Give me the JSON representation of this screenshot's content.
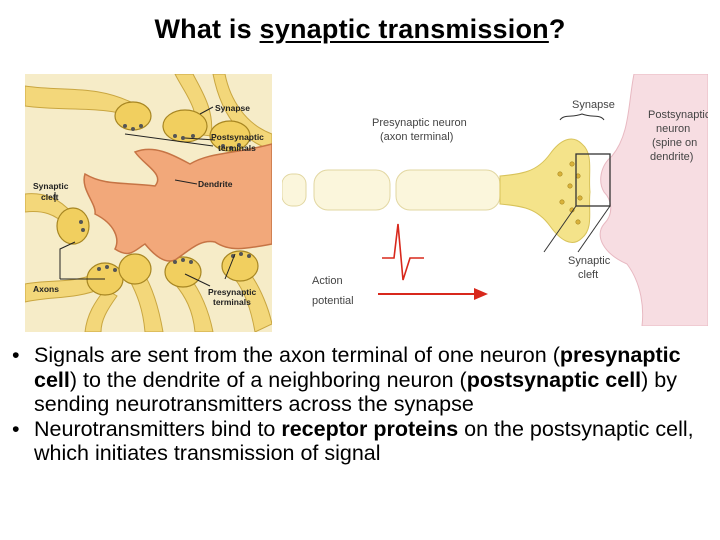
{
  "title": {
    "prefix": "What is ",
    "underlined": "synaptic transmission",
    "suffix": "?"
  },
  "figure_left": {
    "labels": {
      "synapse": "Synapse",
      "postsynaptic_terminals_1": "Postsynaptic",
      "postsynaptic_terminals_2": "terminals",
      "dendrite": "Dendrite",
      "synaptic_cleft_1": "Synaptic",
      "synaptic_cleft_2": "cleft",
      "axons": "Axons",
      "presynaptic_terminals_1": "Presynaptic",
      "presynaptic_terminals_2": "terminals"
    }
  },
  "figure_right": {
    "labels": {
      "synapse": "Synapse",
      "presynaptic_1": "Presynaptic neuron",
      "presynaptic_2": "(axon terminal)",
      "postsynaptic_1": "Postsynaptic",
      "postsynaptic_2": "neuron",
      "postsynaptic_3": "(spine on",
      "postsynaptic_4": "dendrite)",
      "action_1": "Action",
      "action_2": "potential",
      "cleft_1": "Synaptic",
      "cleft_2": "cleft"
    }
  },
  "bullets": [
    {
      "marker": "•",
      "t1": "Signals are sent from the axon terminal of one neuron (",
      "b1": "presynaptic cell",
      "t2": ") to the dendrite of a neighboring neuron (",
      "b2": "postsynaptic cell",
      "t3": ") by sending neurotransmitters across the synapse"
    },
    {
      "marker": "•",
      "t1": "Neurotransmitters bind to ",
      "b1": "receptor proteins",
      "t2": " on the postsynaptic cell, which initiates transmission of signal"
    }
  ]
}
